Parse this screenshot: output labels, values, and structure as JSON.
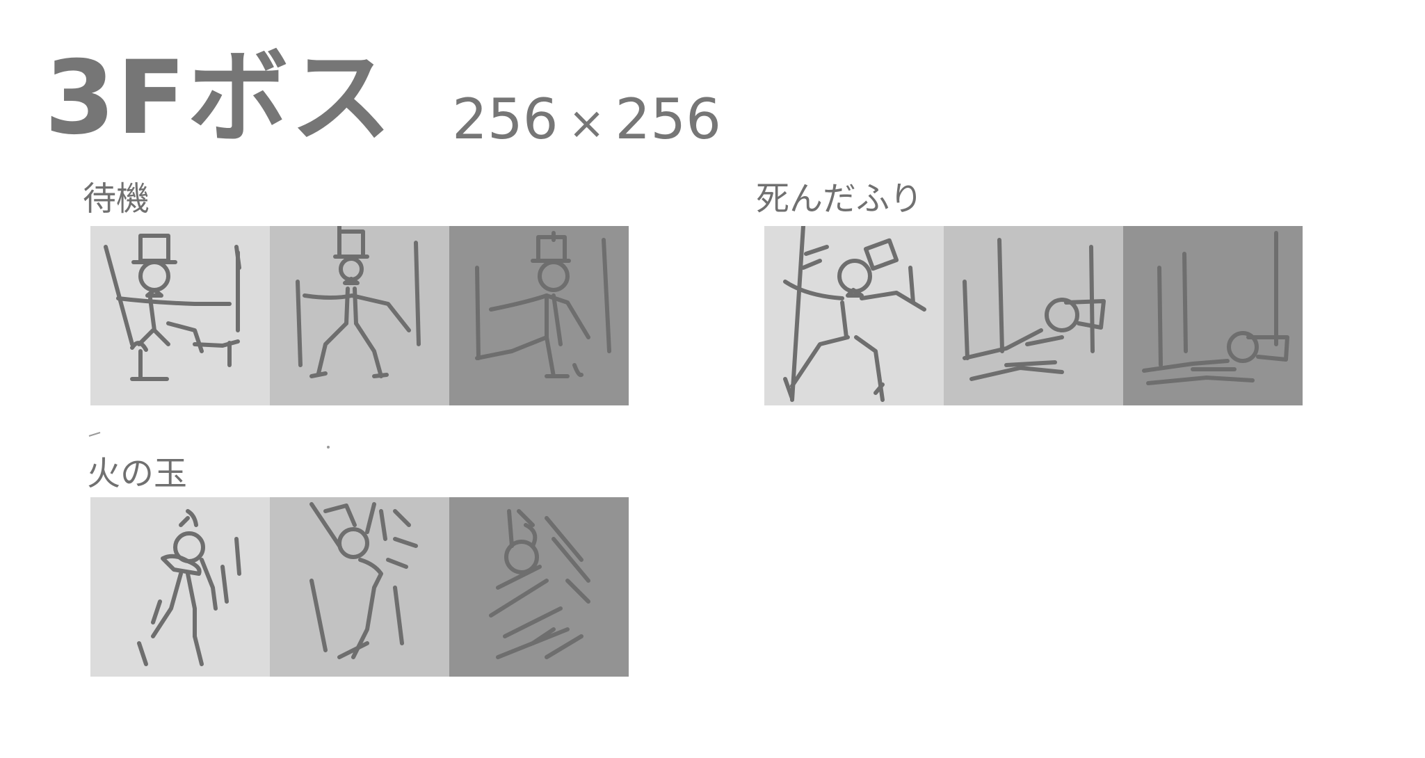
{
  "header": {
    "title": "3Fボス",
    "size_w": "256",
    "size_times": "×",
    "size_h": "256"
  },
  "colors": {
    "text": "#767676",
    "frame_light": "#dcdcdc",
    "frame_mid": "#c2c2c2",
    "frame_dark": "#939393",
    "sketch": "#6e6e6e"
  },
  "animations": [
    {
      "id": "idle",
      "label": "待機",
      "frames": 3
    },
    {
      "id": "fake-death",
      "label": "死んだふり",
      "frames": 3
    },
    {
      "id": "fireball",
      "label": "火の玉",
      "frames": 3
    }
  ]
}
